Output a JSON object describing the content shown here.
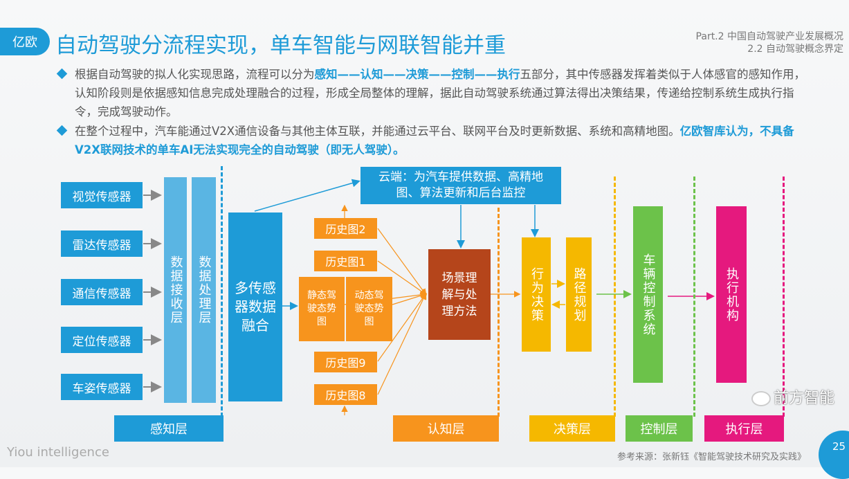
{
  "header": {
    "logo": "亿欧",
    "title": "自动驾驶分流程实现，单车智能与网联智能并重",
    "part": "Part.2 中国自动驾驶产业发展概况",
    "section": "2.2 自动驾驶概念界定"
  },
  "bullets": [
    {
      "pre": "根据自动驾驶的拟人化实现思路，流程可以分为",
      "bold": "感知——认知——决策——控制——执行",
      "post": "五部分，其中传感器发挥着类似于人体感官的感知作用，认知阶段则是依据感知信息完成处理融合的过程，形成全局整体的理解，据此自动驾驶系统通过算法得出决策结果，传递给控制系统生成执行指令，完成驾驶动作。"
    },
    {
      "pre": "在整个过程中，汽车能通过V2X通信设备与其他主体互联，并能通过云平台、联网平台及时更新数据、系统和高精地图。",
      "bold": "亿欧智库认为，不具备V2X联网技术的单车AI无法实现完全的自动驾驶（即无人驾驶）。",
      "post": ""
    }
  ],
  "diagram": {
    "sensors": [
      "视觉传感器",
      "雷达传感器",
      "通信传感器",
      "定位传感器",
      "车姿传感器"
    ],
    "receive": "数据接收层",
    "process": "数据处理层",
    "fusion": "多传感器数据融合",
    "cloud": "云端：为汽车提供数据、高精地图、算法更新和后台监控",
    "history": [
      "历史图2",
      "历史图1",
      "历史图9",
      "历史图8"
    ],
    "static": "静态驾驶态势图",
    "dynamic": "动态驾驶态势图",
    "scene": "场景理解与处理方法",
    "behavior": "行为决策",
    "path": "路径规划",
    "control": "车辆控制系统",
    "actuator": "执行机构",
    "layers": [
      "感知层",
      "认知层",
      "决策层",
      "控制层",
      "执行层"
    ]
  },
  "footer": {
    "brand": "Yiou intelligence",
    "source": "参考来源：张新钰《智能驾驶技术研究及实践》",
    "page": "25",
    "watermark": "前方智能"
  }
}
